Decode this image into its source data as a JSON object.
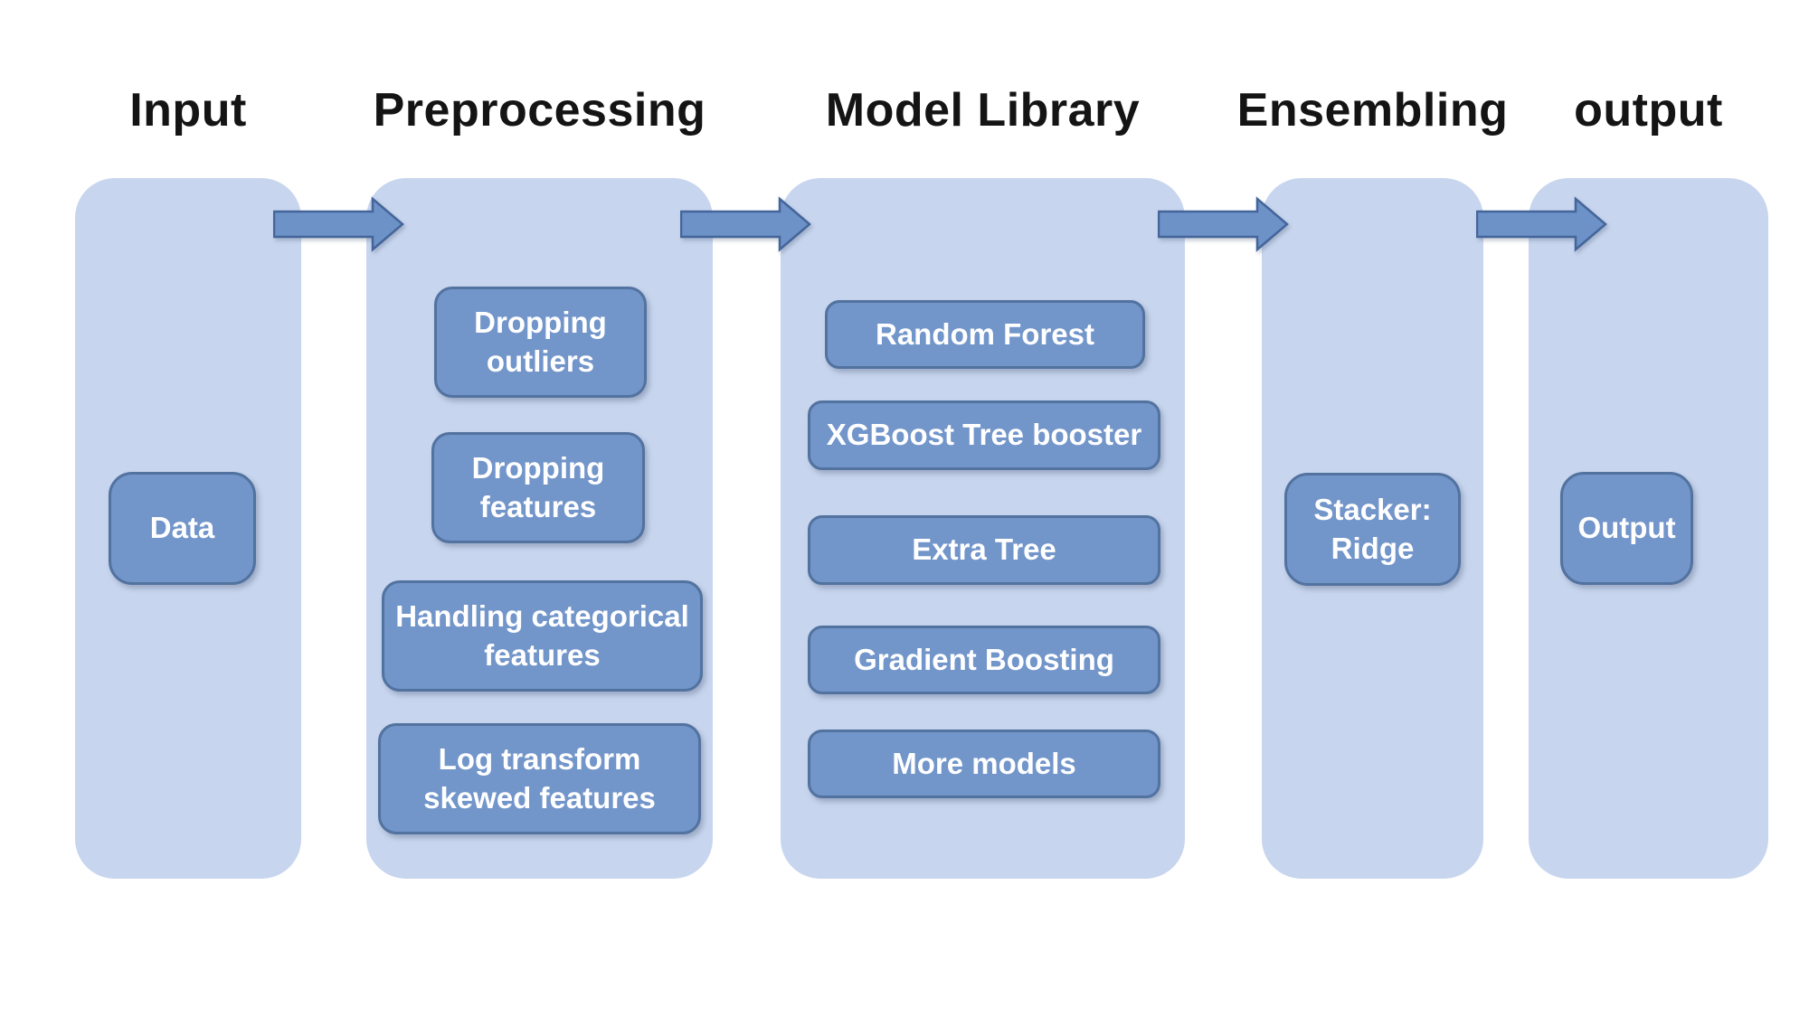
{
  "diagram": {
    "title": "ML pipeline flow diagram",
    "columns": [
      {
        "id": "input",
        "header": "Input",
        "items": [
          {
            "label": "Data"
          }
        ]
      },
      {
        "id": "preprocessing",
        "header": "Preprocessing",
        "items": [
          {
            "label": "Dropping\noutliers"
          },
          {
            "label": "Dropping\nfeatures"
          },
          {
            "label": "Handling categorical\nfeatures"
          },
          {
            "label": "Log transform\nskewed features"
          }
        ]
      },
      {
        "id": "model-library",
        "header": "Model Library",
        "items": [
          {
            "label": "Random Forest"
          },
          {
            "label": "XGBoost Tree booster"
          },
          {
            "label": "Extra Tree"
          },
          {
            "label": "Gradient Boosting"
          },
          {
            "label": "More models"
          }
        ]
      },
      {
        "id": "ensembling",
        "header": "Ensembling",
        "items": [
          {
            "label": "Stacker:\nRidge"
          }
        ]
      },
      {
        "id": "output",
        "header": "output",
        "items": [
          {
            "label": "Output"
          }
        ]
      }
    ],
    "arrows": {
      "count": 4,
      "direction": "right"
    },
    "colors": {
      "background": "#ffffff",
      "panel": "#c7d5ee",
      "node_fill": "#7295ca",
      "node_border": "#52729f",
      "node_text": "#ffffff",
      "arrow_fill": "#6d92c8",
      "arrow_border": "#44659a",
      "header_text": "#141414"
    }
  }
}
